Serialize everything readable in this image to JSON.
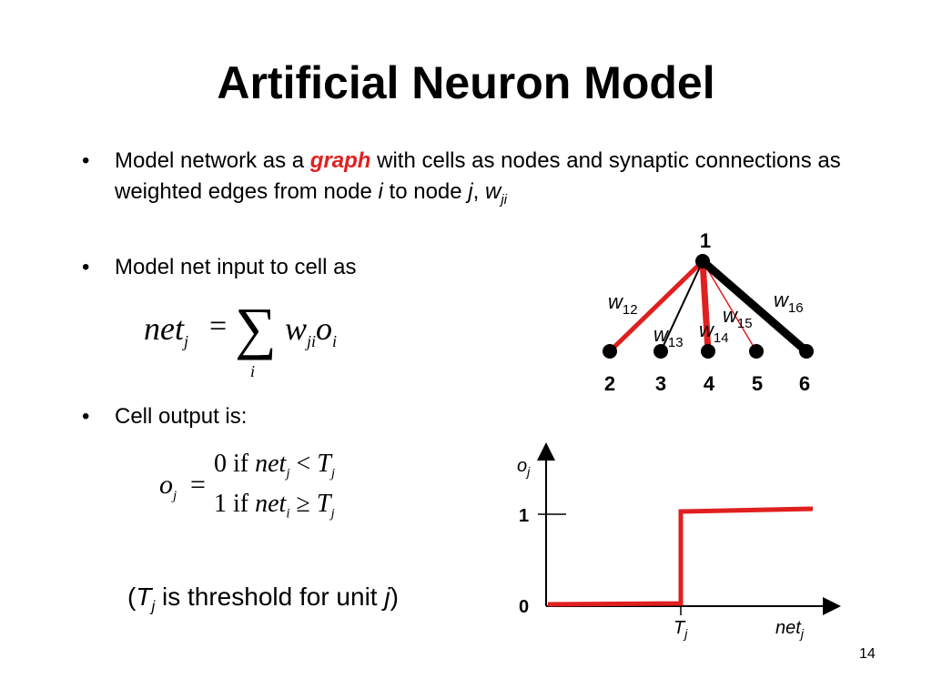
{
  "title": "Artificial Neuron Model",
  "bullets": {
    "b1_pre": "Model network as a ",
    "b1_graph": "graph",
    "b1_post": " with cells as nodes and synaptic connections as weighted edges from node ",
    "b1_i": "i",
    "b1_to": " to node ",
    "b1_j": "j",
    "b1_comma": ", ",
    "b1_w": "w",
    "b1_wsub": "ji",
    "b2": "Model net input to cell as",
    "b3": "Cell output is:"
  },
  "formula_net": {
    "lhs": "net",
    "lhs_sub": "j",
    "eq": "=",
    "sum": "∑",
    "sum_index": "i",
    "w": "w",
    "w_sub": "ji",
    "o": "o",
    "o_sub": "i"
  },
  "formula_out": {
    "lhs": "o",
    "lhs_sub": "j",
    "eq": "=",
    "row1_val": "0",
    "row1_if": "if",
    "row1_net": "net",
    "row1_net_sub": "j",
    "row1_op": "<",
    "row1_t": "T",
    "row1_t_sub": "j",
    "row2_val": "1",
    "row2_if": "if",
    "row2_net": "net",
    "row2_net_sub": "i",
    "row2_op": "≥",
    "row2_t": "T",
    "row2_t_sub": "j"
  },
  "note": {
    "open": "(",
    "t": "T",
    "t_sub": "j",
    "mid": " is threshold for unit ",
    "j": "j",
    "close": ")"
  },
  "graph": {
    "top_node_label": "1",
    "bottom_node_labels": [
      "2",
      "3",
      "4",
      "5",
      "6"
    ],
    "weight_w": "w",
    "weight_subs": [
      "12",
      "13",
      "14",
      "15",
      "16"
    ]
  },
  "step_chart": {
    "y_axis_label": "o",
    "y_axis_sub": "j",
    "y_tick_1": "1",
    "y_tick_0": "0",
    "x_threshold_label": "T",
    "x_threshold_sub": "j",
    "x_axis_label": "net",
    "x_axis_sub": "j"
  },
  "page_number": "14",
  "colors": {
    "accent": "#e02020",
    "text": "#000000"
  }
}
